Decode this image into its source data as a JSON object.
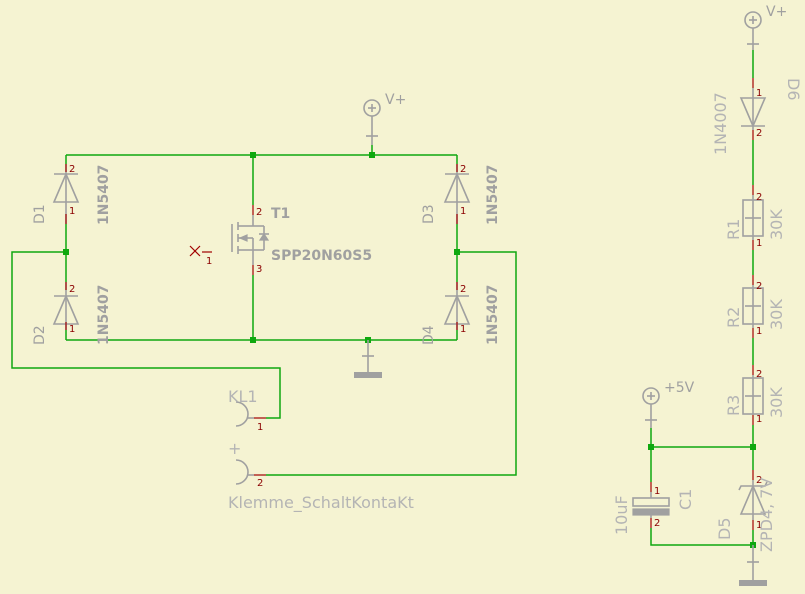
{
  "colors": {
    "background": "#f5f3d2",
    "wire": "#0fa80f",
    "symbol": "#a0a0a0",
    "pin": "#8b0000"
  },
  "supplies": {
    "vplus_main": "V+",
    "vplus_right": "V+",
    "plus5v": "+5V"
  },
  "bridge": {
    "d1": {
      "name": "D1",
      "value": "1N5407"
    },
    "d2": {
      "name": "D2",
      "value": "1N5407"
    },
    "d3": {
      "name": "D3",
      "value": "1N5407"
    },
    "d4": {
      "name": "D4",
      "value": "1N5407"
    }
  },
  "mosfet": {
    "name": "T1",
    "value": "SPP20N60S5"
  },
  "terminal": {
    "name": "KL1",
    "value": "Klemme_SchaltKontaKt",
    "plus": "+"
  },
  "right_chain": {
    "d6": {
      "name": "D6",
      "value": "1N4007"
    },
    "r1": {
      "name": "R1",
      "value": "30K"
    },
    "r2": {
      "name": "R2",
      "value": "30K"
    },
    "r3": {
      "name": "R3",
      "value": "30K"
    },
    "d5": {
      "name": "D5",
      "value": "ZPD4, 7V"
    },
    "c1": {
      "name": "C1",
      "value": "10uF"
    }
  },
  "pins": {
    "p1": "1",
    "p2": "2",
    "p3": "3"
  }
}
